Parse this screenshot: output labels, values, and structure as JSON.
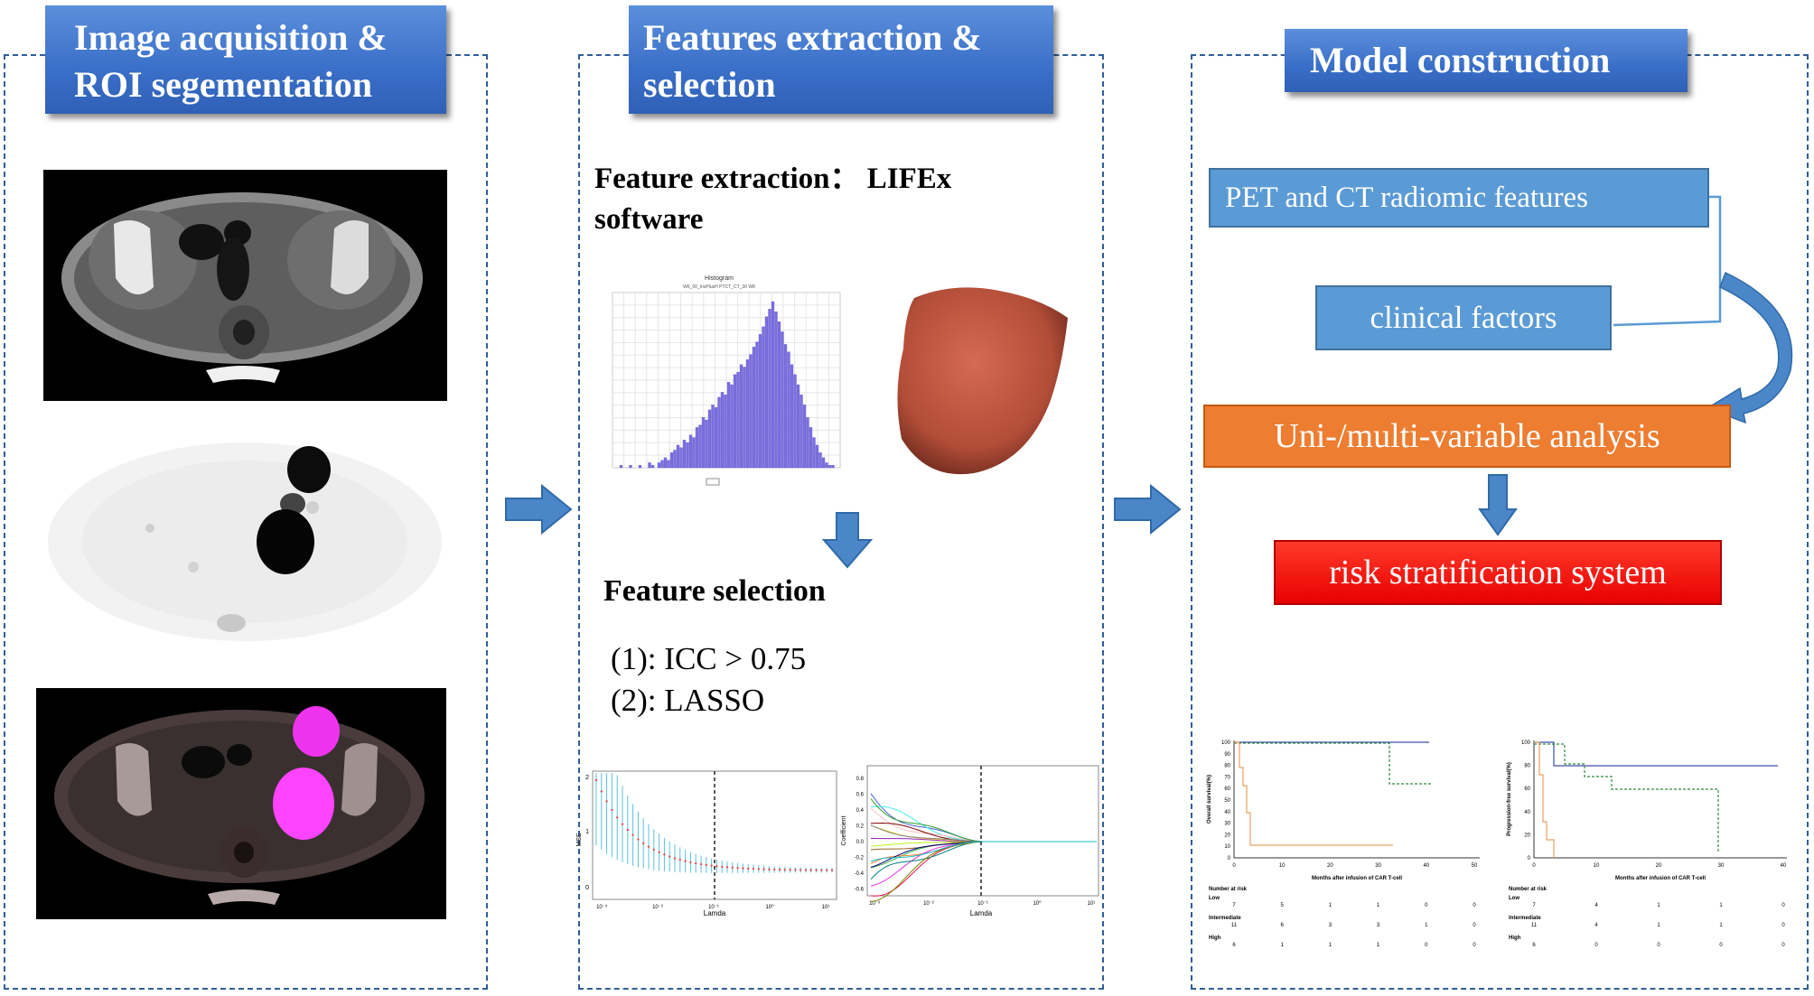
{
  "panels": {
    "acquisition": {
      "title_line1": "Image acquisition &",
      "title_line2": "ROI segementation"
    },
    "features": {
      "title_line1": "Features extraction &",
      "title_line2": "selection",
      "extraction_line1": "Feature extraction： LIFEx",
      "extraction_line2": "software",
      "histogram": {
        "title": "Histogram",
        "subtitle": "W6_00_IrisPlusH PTCT_CT_30 W8",
        "bars": [
          1,
          0,
          0,
          1,
          0,
          0,
          1,
          0,
          0,
          2,
          1,
          0,
          2,
          3,
          4,
          3,
          6,
          7,
          9,
          8,
          11,
          10,
          13,
          12,
          16,
          17,
          20,
          19,
          23,
          25,
          24,
          28,
          30,
          29,
          34,
          33,
          37,
          38,
          41,
          40,
          43,
          45,
          48,
          50,
          53,
          56,
          60,
          63,
          66,
          62,
          58,
          54,
          49,
          46,
          41,
          37,
          33,
          29,
          25,
          20,
          16,
          12,
          9,
          6,
          4,
          2,
          1,
          1
        ]
      },
      "selection_title": "Feature selection",
      "criterion_1": "(1): ICC > 0.75",
      "criterion_2": "(2): LASSO",
      "lasso_cv": {
        "ylabel": "MSE",
        "xlabel": "Lamda",
        "y_ticks": [
          "0",
          "1",
          "2"
        ],
        "x_ticks": [
          "10⁻³",
          "10⁻²",
          "10⁻¹",
          "10⁰",
          "10¹"
        ]
      },
      "lasso_path": {
        "ylabel": "Coefficient",
        "xlabel": "Lamda",
        "y_ticks": [
          "0.8",
          "0.6",
          "0.4",
          "0.2",
          "0.0",
          "-0.2",
          "-0.4",
          "-0.6"
        ],
        "x_ticks": [
          "10⁻³",
          "10⁻²",
          "10⁻¹",
          "10⁰",
          "10¹"
        ]
      }
    },
    "model": {
      "title": "Model construction",
      "box_pet_ct": "PET and CT radiomic features",
      "box_clinical": "clinical factors",
      "box_analysis": "Uni-/multi-variable analysis",
      "box_risk": "risk stratification system",
      "os_plot": {
        "ylabel": "Overall survival(%)",
        "xlabel": "Months after infusion of CAR T-cell",
        "y_ticks": [
          "100",
          "90",
          "80",
          "70",
          "60",
          "50",
          "40",
          "30",
          "20",
          "10",
          "0"
        ],
        "x_ticks": [
          "0",
          "10",
          "20",
          "30",
          "40",
          "50"
        ],
        "risk_title": "Number at risk",
        "groups": [
          {
            "name": "Low",
            "counts": [
              "7",
              "5",
              "1",
              "1",
              "0",
              "0"
            ]
          },
          {
            "name": "Intermediate",
            "counts": [
              "11",
              "6",
              "3",
              "3",
              "1",
              "0"
            ]
          },
          {
            "name": "High",
            "counts": [
              "6",
              "1",
              "1",
              "1",
              "0",
              "0"
            ]
          }
        ]
      },
      "pfs_plot": {
        "ylabel": "Progression-free survival(%)",
        "xlabel": "Months after infusion of CAR T-cell",
        "y_ticks": [
          "100",
          "80",
          "60",
          "40",
          "20",
          "0"
        ],
        "x_ticks": [
          "0",
          "10",
          "20",
          "30",
          "40"
        ],
        "risk_title": "Number at risk",
        "groups": [
          {
            "name": "Low",
            "counts": [
              "7",
              "4",
              "1",
              "1",
              "0"
            ]
          },
          {
            "name": "Intermediate",
            "counts": [
              "11",
              "4",
              "1",
              "1",
              "0"
            ]
          },
          {
            "name": "High",
            "counts": [
              "6",
              "0",
              "0",
              "0",
              "0"
            ]
          }
        ]
      }
    }
  },
  "colors": {
    "header_blue": "#3a6fc8",
    "box_blue": "#5b9bd5",
    "box_orange": "#ed7d31",
    "box_red": "#ff0000",
    "arrow_blue": "#4a86c8",
    "dash": "#2f5f97"
  }
}
